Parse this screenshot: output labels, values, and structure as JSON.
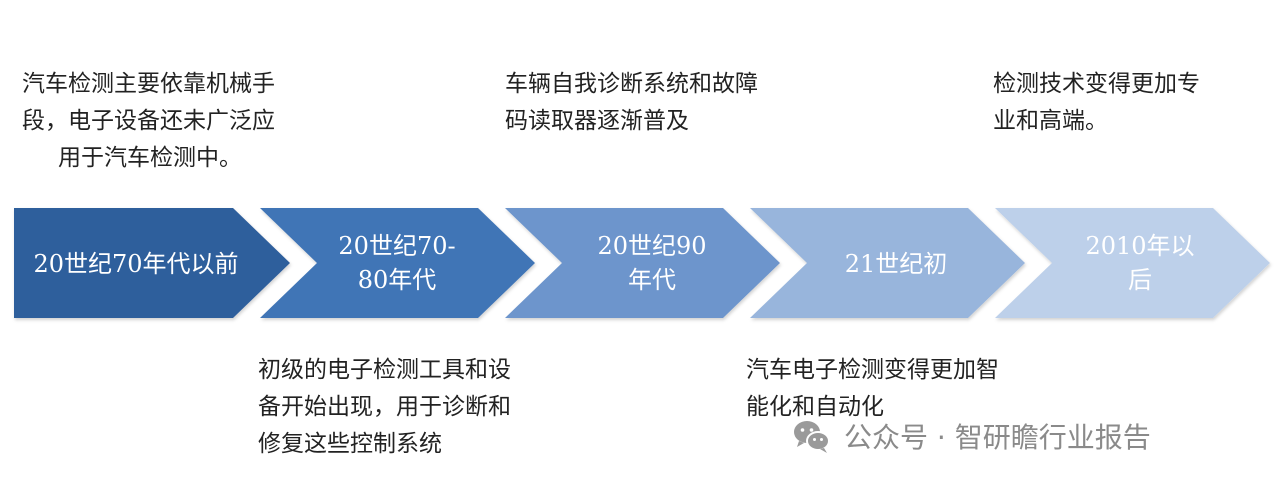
{
  "stages": [
    {
      "label_lines": [
        "20世纪70年代以前"
      ],
      "note_lines": [
        "汽车检测主要依靠机械手",
        "段，电子设备还未广泛应",
        "用于汽车检测中。"
      ],
      "color": "#2e5e9c"
    },
    {
      "label_lines": [
        "20世纪70-",
        "80年代"
      ],
      "note_lines": [
        "初级的电子检测工具和设",
        "备开始出现，用于诊断和",
        "修复这些控制系统"
      ],
      "color": "#3f74b6"
    },
    {
      "label_lines": [
        "20世纪90",
        "年代"
      ],
      "note_lines": [
        "车辆自我诊断系统和故障",
        "码读取器逐渐普及"
      ],
      "color": "#6d95cc"
    },
    {
      "label_lines": [
        "21世纪初"
      ],
      "note_lines": [
        "汽车电子检测变得更加智",
        "能化和自动化"
      ],
      "color": "#98b5dc"
    },
    {
      "label_lines": [
        "2010年以",
        "后"
      ],
      "note_lines": [
        "检测技术变得更加专",
        "业和高端。"
      ],
      "color": "#bdd0ea"
    }
  ],
  "watermark": {
    "icon": "wechat-icon",
    "text": "公众号 · 智研瞻行业报告"
  }
}
